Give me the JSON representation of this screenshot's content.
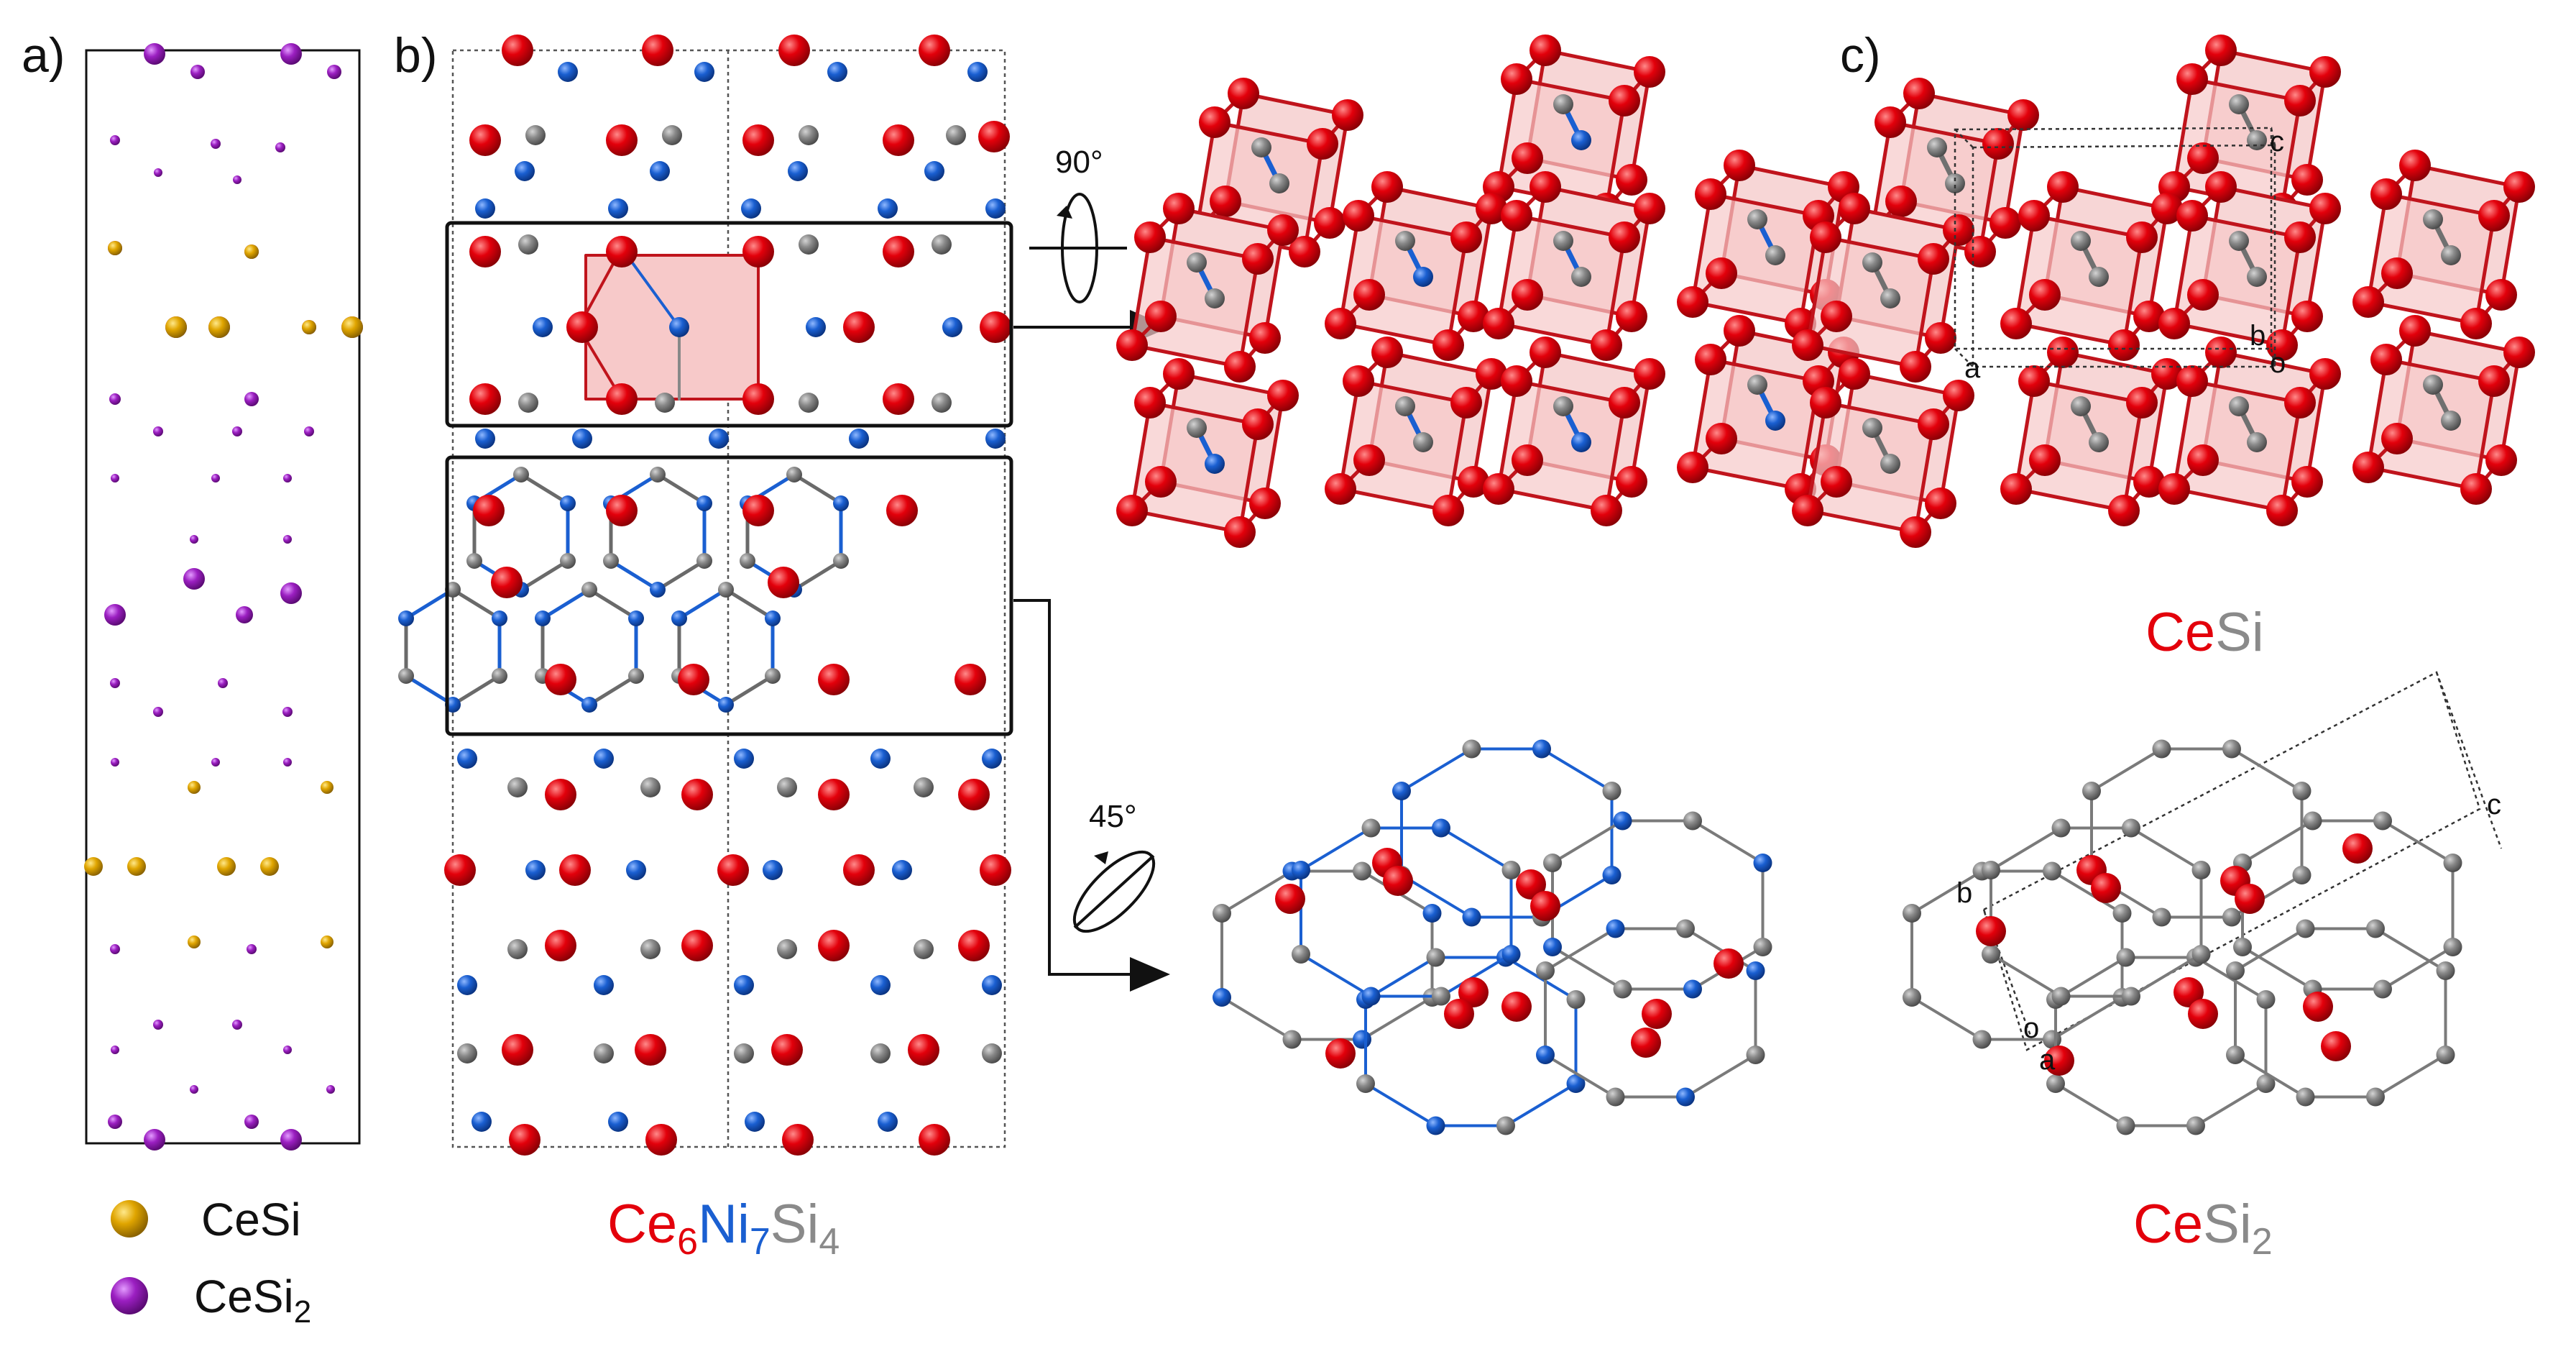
{
  "panels": {
    "a": "a)",
    "b": "b)",
    "c": "c)"
  },
  "legend": [
    {
      "label": "CeSi",
      "color": "#e0a500"
    },
    {
      "label": "CeSi",
      "sub": "2",
      "color": "#9b1fc1"
    }
  ],
  "formulas": {
    "middle": [
      {
        "el": "Ce",
        "sub": "6",
        "color": "#e3000b"
      },
      {
        "el": "Ni",
        "sub": "7",
        "color": "#1a5fd1"
      },
      {
        "el": "Si",
        "sub": "4",
        "color": "#8a8a8a"
      }
    ],
    "cesi": [
      {
        "el": "Ce",
        "sub": "",
        "color": "#e3000b"
      },
      {
        "el": "Si",
        "sub": "",
        "color": "#8a8a8a"
      }
    ],
    "cesi2": [
      {
        "el": "Ce",
        "sub": "",
        "color": "#e3000b"
      },
      {
        "el": "Si",
        "sub": "2",
        "color": "#8a8a8a"
      }
    ]
  },
  "rotations": {
    "top": "90°",
    "bottom": "45°"
  },
  "cell_axes": {
    "cesi": {
      "a": "a",
      "b": "b",
      "c": "c",
      "o": "o"
    },
    "cesi2": {
      "a": "a",
      "b": "b",
      "c": "c",
      "o": "o"
    }
  },
  "colors": {
    "ce": "#e3000b",
    "ni": "#1a5fd1",
    "si": "#8a8a8a",
    "cesi_atom": "#e0a500",
    "cesi2_atom": "#9b1fc1",
    "polyhedron_fill": "#f7c9c9",
    "polyhedron_edge": "#c0141c"
  }
}
